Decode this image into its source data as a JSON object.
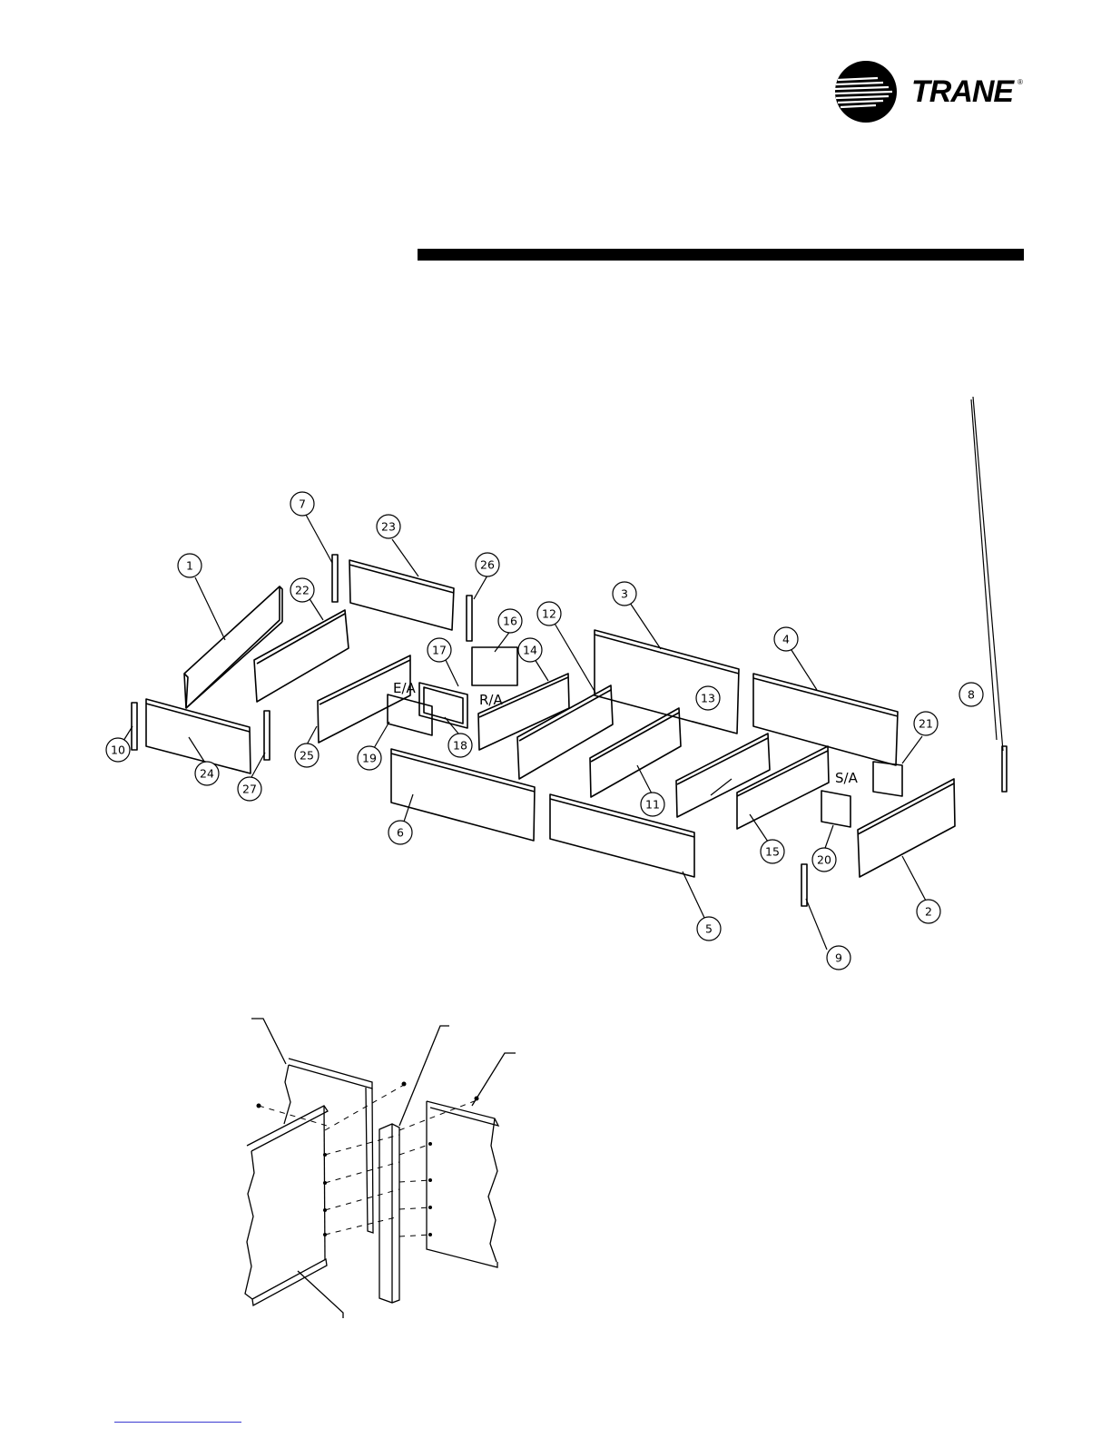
{
  "brand": {
    "name": "TRANE",
    "registered": "®"
  },
  "figure": {
    "callouts": [
      "1",
      "2",
      "3",
      "4",
      "5",
      "6",
      "7",
      "8",
      "9",
      "10",
      "11",
      "12",
      "13",
      "14",
      "15",
      "16",
      "17",
      "18",
      "19",
      "20",
      "21",
      "22",
      "23",
      "24",
      "25",
      "26",
      "27"
    ],
    "airflow_labels": {
      "exhaust": "E/A",
      "return": "R/A",
      "supply": "S/A"
    }
  },
  "colors": {
    "ink": "#000000",
    "link_rule": "#3a3ad0",
    "paper": "#ffffff"
  }
}
